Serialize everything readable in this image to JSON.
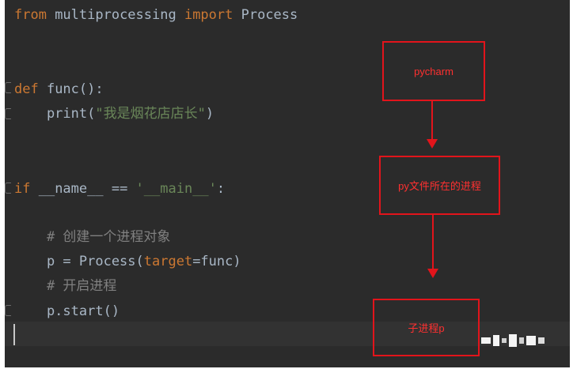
{
  "code": {
    "line1": {
      "kw1": "from",
      "mid": " multiprocessing ",
      "kw2": "import",
      "end": " Process"
    },
    "line2": {
      "kw": "def",
      "rest": " func():"
    },
    "line3": {
      "pre": "    print(",
      "str": "\"我是烟花店店长\"",
      "post": ")"
    },
    "line4": {
      "kw": "if",
      "mid": " __name__ == ",
      "str": "'__main__'",
      "post": ":"
    },
    "line5": {
      "comment": "    # 创建一个进程对象"
    },
    "line6": {
      "pre": "    p = Process(",
      "param": "target",
      "post": "=func)"
    },
    "line7": {
      "comment": "    # 开启进程"
    },
    "line8": {
      "text": "    p.start()"
    }
  },
  "diagram": {
    "box1": "pycharm",
    "box2": "py文件所在的进程",
    "box3": "子进程p"
  },
  "colors": {
    "editor_bg": "#2b2b2b",
    "keyword": "#cc7832",
    "string": "#6a8759",
    "comment": "#808080",
    "text": "#a9b7c6",
    "annotation_red": "#e2141b"
  }
}
